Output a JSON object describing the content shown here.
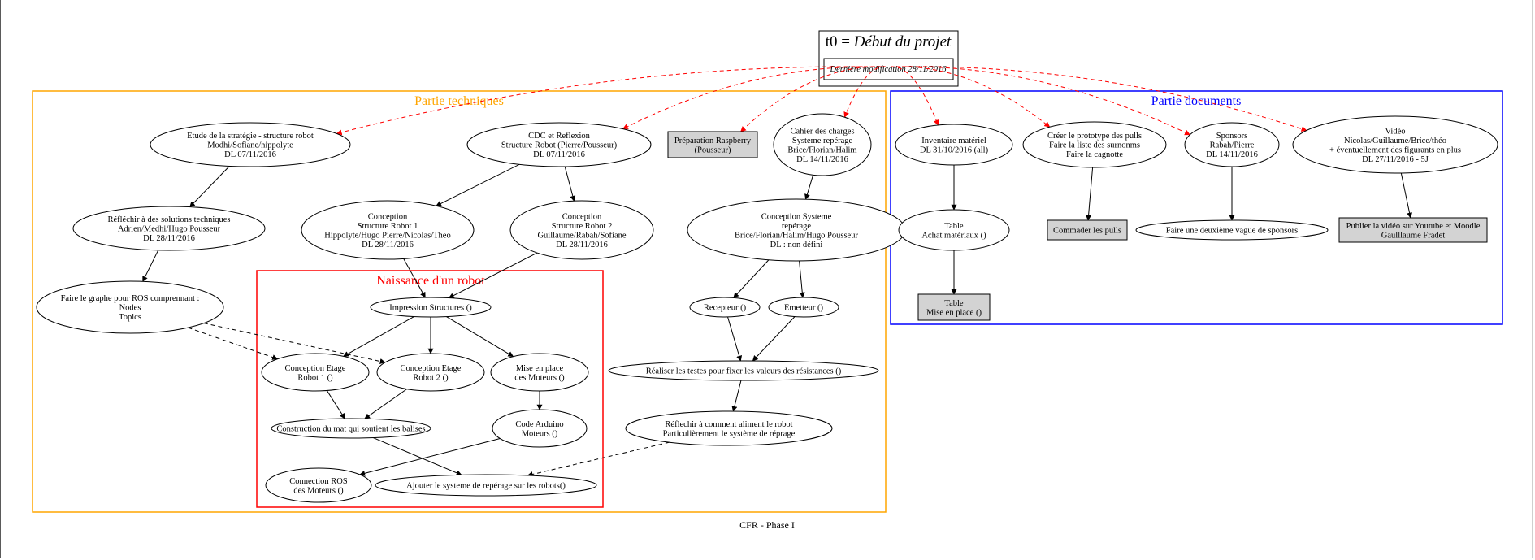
{
  "root": {
    "title_prefix": "t0 = ",
    "title_em": "Début du projet",
    "subtitle": "Dernière modification 28/11/2016"
  },
  "clusters": {
    "tech": {
      "title": "Partie techniques",
      "color": "#FFA500"
    },
    "docs": {
      "title": "Partie documents",
      "color": "#0000FF"
    },
    "robot": {
      "title": "Naissance d'un robot",
      "color": "#FF0000"
    }
  },
  "footer": "CFR - Phase I",
  "nodes": {
    "etude": [
      "Etude de la stratégie - structure robot",
      "Modhi/Sofiane/hippolyte",
      "DL 07/11/2016"
    ],
    "cdc": [
      "CDC et Reflexion",
      "Structure Robot (Pierre/Pousseur)",
      "DL 07/11/2016"
    ],
    "raspberry": [
      "Préparation Raspberry",
      "(Pousseur)"
    ],
    "cahier": [
      "Cahier des charges",
      "Systeme repérage",
      "Brice/Florian/Halim",
      "DL 14/11/2016"
    ],
    "inventaire": [
      "Inventaire matériel",
      "DL 31/10/2016 (all)"
    ],
    "pulls": [
      "Créer le prototype des pulls",
      "Faire la liste des surnonms",
      "Faire la cagnotte"
    ],
    "sponsors": [
      "Sponsors",
      "Rabah/Pierre",
      "DL 14/11/2016"
    ],
    "video": [
      "Vidéo",
      "Nicolas/Guillaume/Brice/théo",
      "+ éventuellement des figurants en plus",
      "DL 27/11/2016 - 5J"
    ],
    "reflechir_sol": [
      "Réfléchir à des solutions techniques",
      "Adrien/Medhi/Hugo Pousseur",
      "DL 28/11/2016"
    ],
    "conc_s1": [
      "Conception",
      "Structure Robot 1",
      "Hippolyte/Hugo Pierre/Nicolas/Theo",
      "DL 28/11/2016"
    ],
    "conc_s2": [
      "Conception",
      "Structure Robot 2",
      "Guillaume/Rabah/Sofiane",
      "DL 28/11/2016"
    ],
    "conc_sys": [
      "Conception Systeme",
      "repérage",
      "Brice/Florian/Halim/Hugo Pousseur",
      "DL : non défini"
    ],
    "table_achat": [
      "Table",
      "Achat matériaux ()"
    ],
    "commander": [
      "Commader les pulls"
    ],
    "deuxieme": [
      "Faire une deuxième vague de sponsors"
    ],
    "publier": [
      "Publier la vidéo sur Youtube et Moodle",
      "Gaulllaume Fradet"
    ],
    "table_mise": [
      "Table",
      "Mise en place  ()"
    ],
    "graphe_ros": [
      "Faire le graphe pour ROS comprennant :",
      "Nodes",
      "Topics"
    ],
    "impression": [
      "Impression Structures ()"
    ],
    "recepteur": [
      "Recepteur ()"
    ],
    "emetteur": [
      "Emetteur ()"
    ],
    "etage1": [
      "Conception Etage",
      "Robot 1  ()"
    ],
    "etage2": [
      "Conception Etage",
      "Robot 2  ()"
    ],
    "moteurs": [
      "Mise en place",
      "des Moteurs ()"
    ],
    "testes": [
      "Réaliser les testes pour fixer les valeurs des résistances ()"
    ],
    "mat": [
      "Construction du mat qui soutient les balises"
    ],
    "arduino": [
      "Code Arduino",
      "Moteurs ()"
    ],
    "alimente": [
      "Réflechir à comment aliment le robot",
      "Particulièrement le système de réprage"
    ],
    "conn_ros": [
      "Connection ROS",
      "des Moteurs ()"
    ],
    "ajouter": [
      "Ajouter le systeme de repérage sur les robots()"
    ]
  },
  "edges": [
    [
      "root",
      "etude",
      "dashed-red"
    ],
    [
      "root",
      "cdc",
      "dashed-red"
    ],
    [
      "root",
      "raspberry",
      "dashed-red"
    ],
    [
      "root",
      "cahier",
      "dashed-red"
    ],
    [
      "root",
      "inventaire",
      "dashed-red"
    ],
    [
      "root",
      "pulls",
      "dashed-red"
    ],
    [
      "root",
      "sponsors",
      "dashed-red"
    ],
    [
      "root",
      "video",
      "dashed-red"
    ],
    [
      "etude",
      "reflechir_sol",
      "solid"
    ],
    [
      "reflechir_sol",
      "graphe_ros",
      "solid"
    ],
    [
      "cdc",
      "conc_s1",
      "solid"
    ],
    [
      "cdc",
      "conc_s2",
      "solid"
    ],
    [
      "conc_s1",
      "impression",
      "solid"
    ],
    [
      "conc_s2",
      "impression",
      "solid"
    ],
    [
      "impression",
      "etage1",
      "solid"
    ],
    [
      "impression",
      "etage2",
      "solid"
    ],
    [
      "impression",
      "moteurs",
      "solid"
    ],
    [
      "graphe_ros",
      "etage1",
      "dashed"
    ],
    [
      "graphe_ros",
      "etage2",
      "dashed"
    ],
    [
      "etage1",
      "mat",
      "solid"
    ],
    [
      "etage2",
      "mat",
      "solid"
    ],
    [
      "moteurs",
      "arduino",
      "solid"
    ],
    [
      "arduino",
      "conn_ros",
      "solid"
    ],
    [
      "mat",
      "ajouter",
      "solid"
    ],
    [
      "cahier",
      "conc_sys",
      "solid"
    ],
    [
      "conc_sys",
      "recepteur",
      "solid"
    ],
    [
      "conc_sys",
      "emetteur",
      "solid"
    ],
    [
      "recepteur",
      "testes",
      "solid"
    ],
    [
      "emetteur",
      "testes",
      "solid"
    ],
    [
      "testes",
      "alimente",
      "solid"
    ],
    [
      "alimente",
      "ajouter",
      "dashed"
    ],
    [
      "inventaire",
      "table_achat",
      "solid"
    ],
    [
      "table_achat",
      "table_mise",
      "solid"
    ],
    [
      "pulls",
      "commander",
      "solid"
    ],
    [
      "sponsors",
      "deuxieme",
      "solid"
    ],
    [
      "video",
      "publier",
      "solid"
    ]
  ]
}
